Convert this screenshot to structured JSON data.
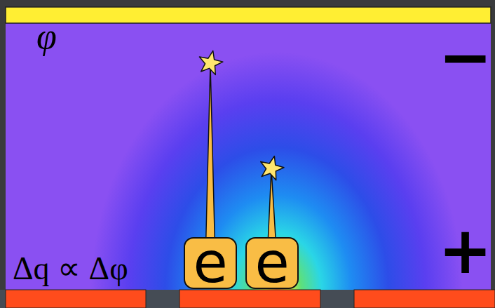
{
  "diagram": {
    "nodes": [
      {
        "text": [
          "e"
        ]
      },
      {
        "text": [
          "e"
        ]
      }
    ],
    "labels": [
      "φ",
      "−",
      "Δq ∝ Δφ",
      "+"
    ]
  }
}
